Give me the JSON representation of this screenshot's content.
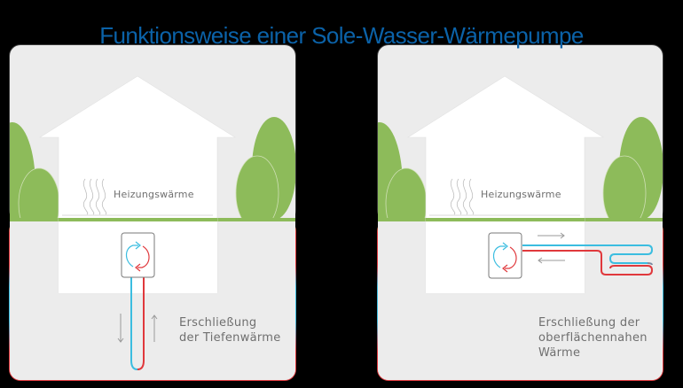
{
  "title": "Funktionsweise einer Sole-Wasser-Wärmepumpe",
  "colors": {
    "title": "#0b62a8",
    "background": "#000000",
    "card": "#ececec",
    "house": "#ffffff",
    "tree": "#8dbb5a",
    "ground_line": "#8dbb5a",
    "pipe_cold": "#3bbde0",
    "pipe_hot": "#e0383c",
    "label_text": "#6f6f6f"
  },
  "panels": [
    {
      "id": "left",
      "house_label": "Heizungswärme",
      "heat_pump_icon": "cycle-arrows-icon",
      "source_label_lines": [
        "Erschließung",
        "der Tiefenwärme"
      ],
      "collector_type": "vertical-borehole-probe",
      "flow_arrows": [
        "arrow-down",
        "arrow-up"
      ]
    },
    {
      "id": "right",
      "house_label": "Heizungswärme",
      "heat_pump_icon": "cycle-arrows-icon",
      "source_label_lines": [
        "Erschließung der",
        "oberflächennahen",
        "Wärme"
      ],
      "collector_type": "horizontal-ground-collector",
      "flow_arrows": [
        "arrow-right",
        "arrow-left"
      ]
    }
  ]
}
